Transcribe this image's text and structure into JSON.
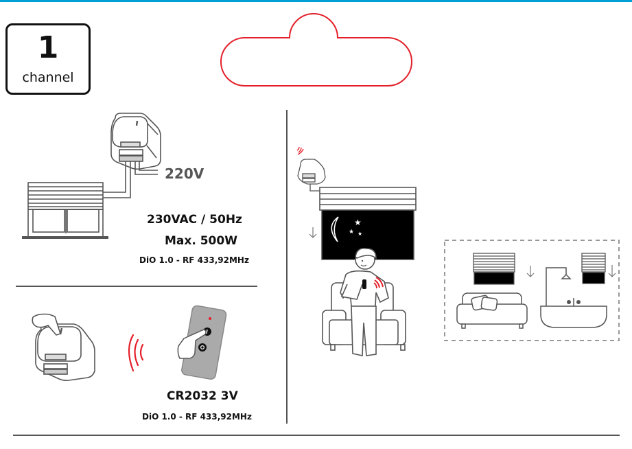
{
  "theme": {
    "accent_blue": "#00a0d6",
    "signal_red": "#e3202a",
    "line_gray": "#555555"
  },
  "badge": {
    "number": "1",
    "label": "channel"
  },
  "title_frame": {
    "text": ""
  },
  "wiring_panel": {
    "voltage_label": "220V",
    "spec_voltage": "230VAC / 50Hz",
    "spec_power": "Max. 500W",
    "spec_protocol": "DiO 1.0 - RF 433,92MHz"
  },
  "pairing_panel": {
    "battery_label": "CR2032 3V",
    "spec_protocol": "DiO 1.0 - RF 433,92MHz",
    "remote_buttons": [
      "I",
      "O"
    ]
  },
  "usage_panel": {
    "scenes": [
      "living-room-shutter-closing",
      "bedroom-shutter-closing",
      "bathroom-shutter-closing"
    ]
  },
  "footer": {},
  "icons": {
    "module": "micro-module-icon",
    "shutter": "roller-shutter-icon",
    "remote": "remote-control-icon",
    "signal": "radio-waves-icon",
    "arrow": "arrow-down-icon"
  }
}
